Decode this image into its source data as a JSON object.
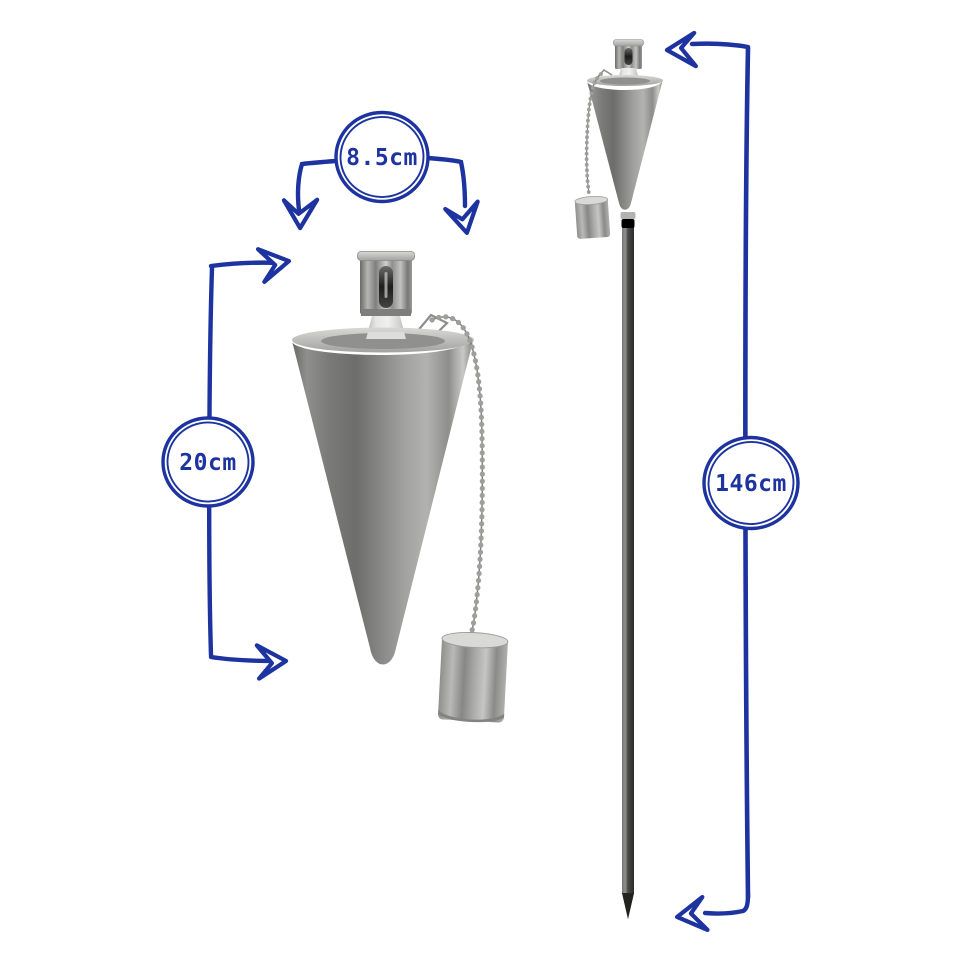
{
  "page": {
    "background_color": "#ffffff",
    "annotation_color": "#1d339f",
    "metal_color": "#8a8a88",
    "stake_color": "#3a3a38"
  },
  "product": {
    "detail_view": "oil-torch-burner-cone-with-chained-snuffer-cap",
    "full_view": "oil-torch-on-garden-stake"
  },
  "dimension_annotations": [
    {
      "id": "width",
      "label": "8.5cm",
      "measures": "burner-cone-top-width"
    },
    {
      "id": "burner_height",
      "label": "20cm",
      "measures": "burner-unit-height"
    },
    {
      "id": "total_height",
      "label": "146cm",
      "measures": "full-torch-height"
    }
  ]
}
